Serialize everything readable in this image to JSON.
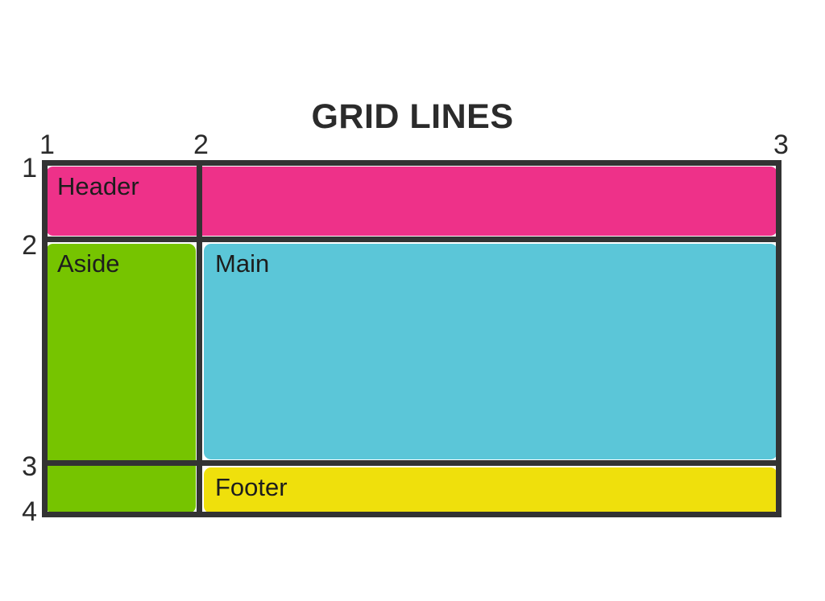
{
  "title": "GRID LINES",
  "column_lines": [
    {
      "label": "1"
    },
    {
      "label": "2"
    },
    {
      "label": "3"
    }
  ],
  "row_lines": [
    {
      "label": "1"
    },
    {
      "label": "2"
    },
    {
      "label": "3"
    },
    {
      "label": "4"
    }
  ],
  "areas": [
    {
      "name": "header",
      "label": "Header",
      "color": "#ee3189",
      "column_start": "1",
      "column_end": "3",
      "row_start": "1",
      "row_end": "2"
    },
    {
      "name": "aside",
      "label": "Aside",
      "color": "#76c400",
      "column_start": "1",
      "column_end": "2",
      "row_start": "2",
      "row_end": "4"
    },
    {
      "name": "main",
      "label": "Main",
      "color": "#5bc6d8",
      "column_start": "2",
      "column_end": "3",
      "row_start": "2",
      "row_end": "3"
    },
    {
      "name": "footer",
      "label": "Footer",
      "color": "#efe00c",
      "column_start": "2",
      "column_end": "3",
      "row_start": "3",
      "row_end": "4"
    }
  ],
  "colors": {
    "grid_line": "#333333",
    "text": "#2b2b2b",
    "background": "#ffffff"
  }
}
